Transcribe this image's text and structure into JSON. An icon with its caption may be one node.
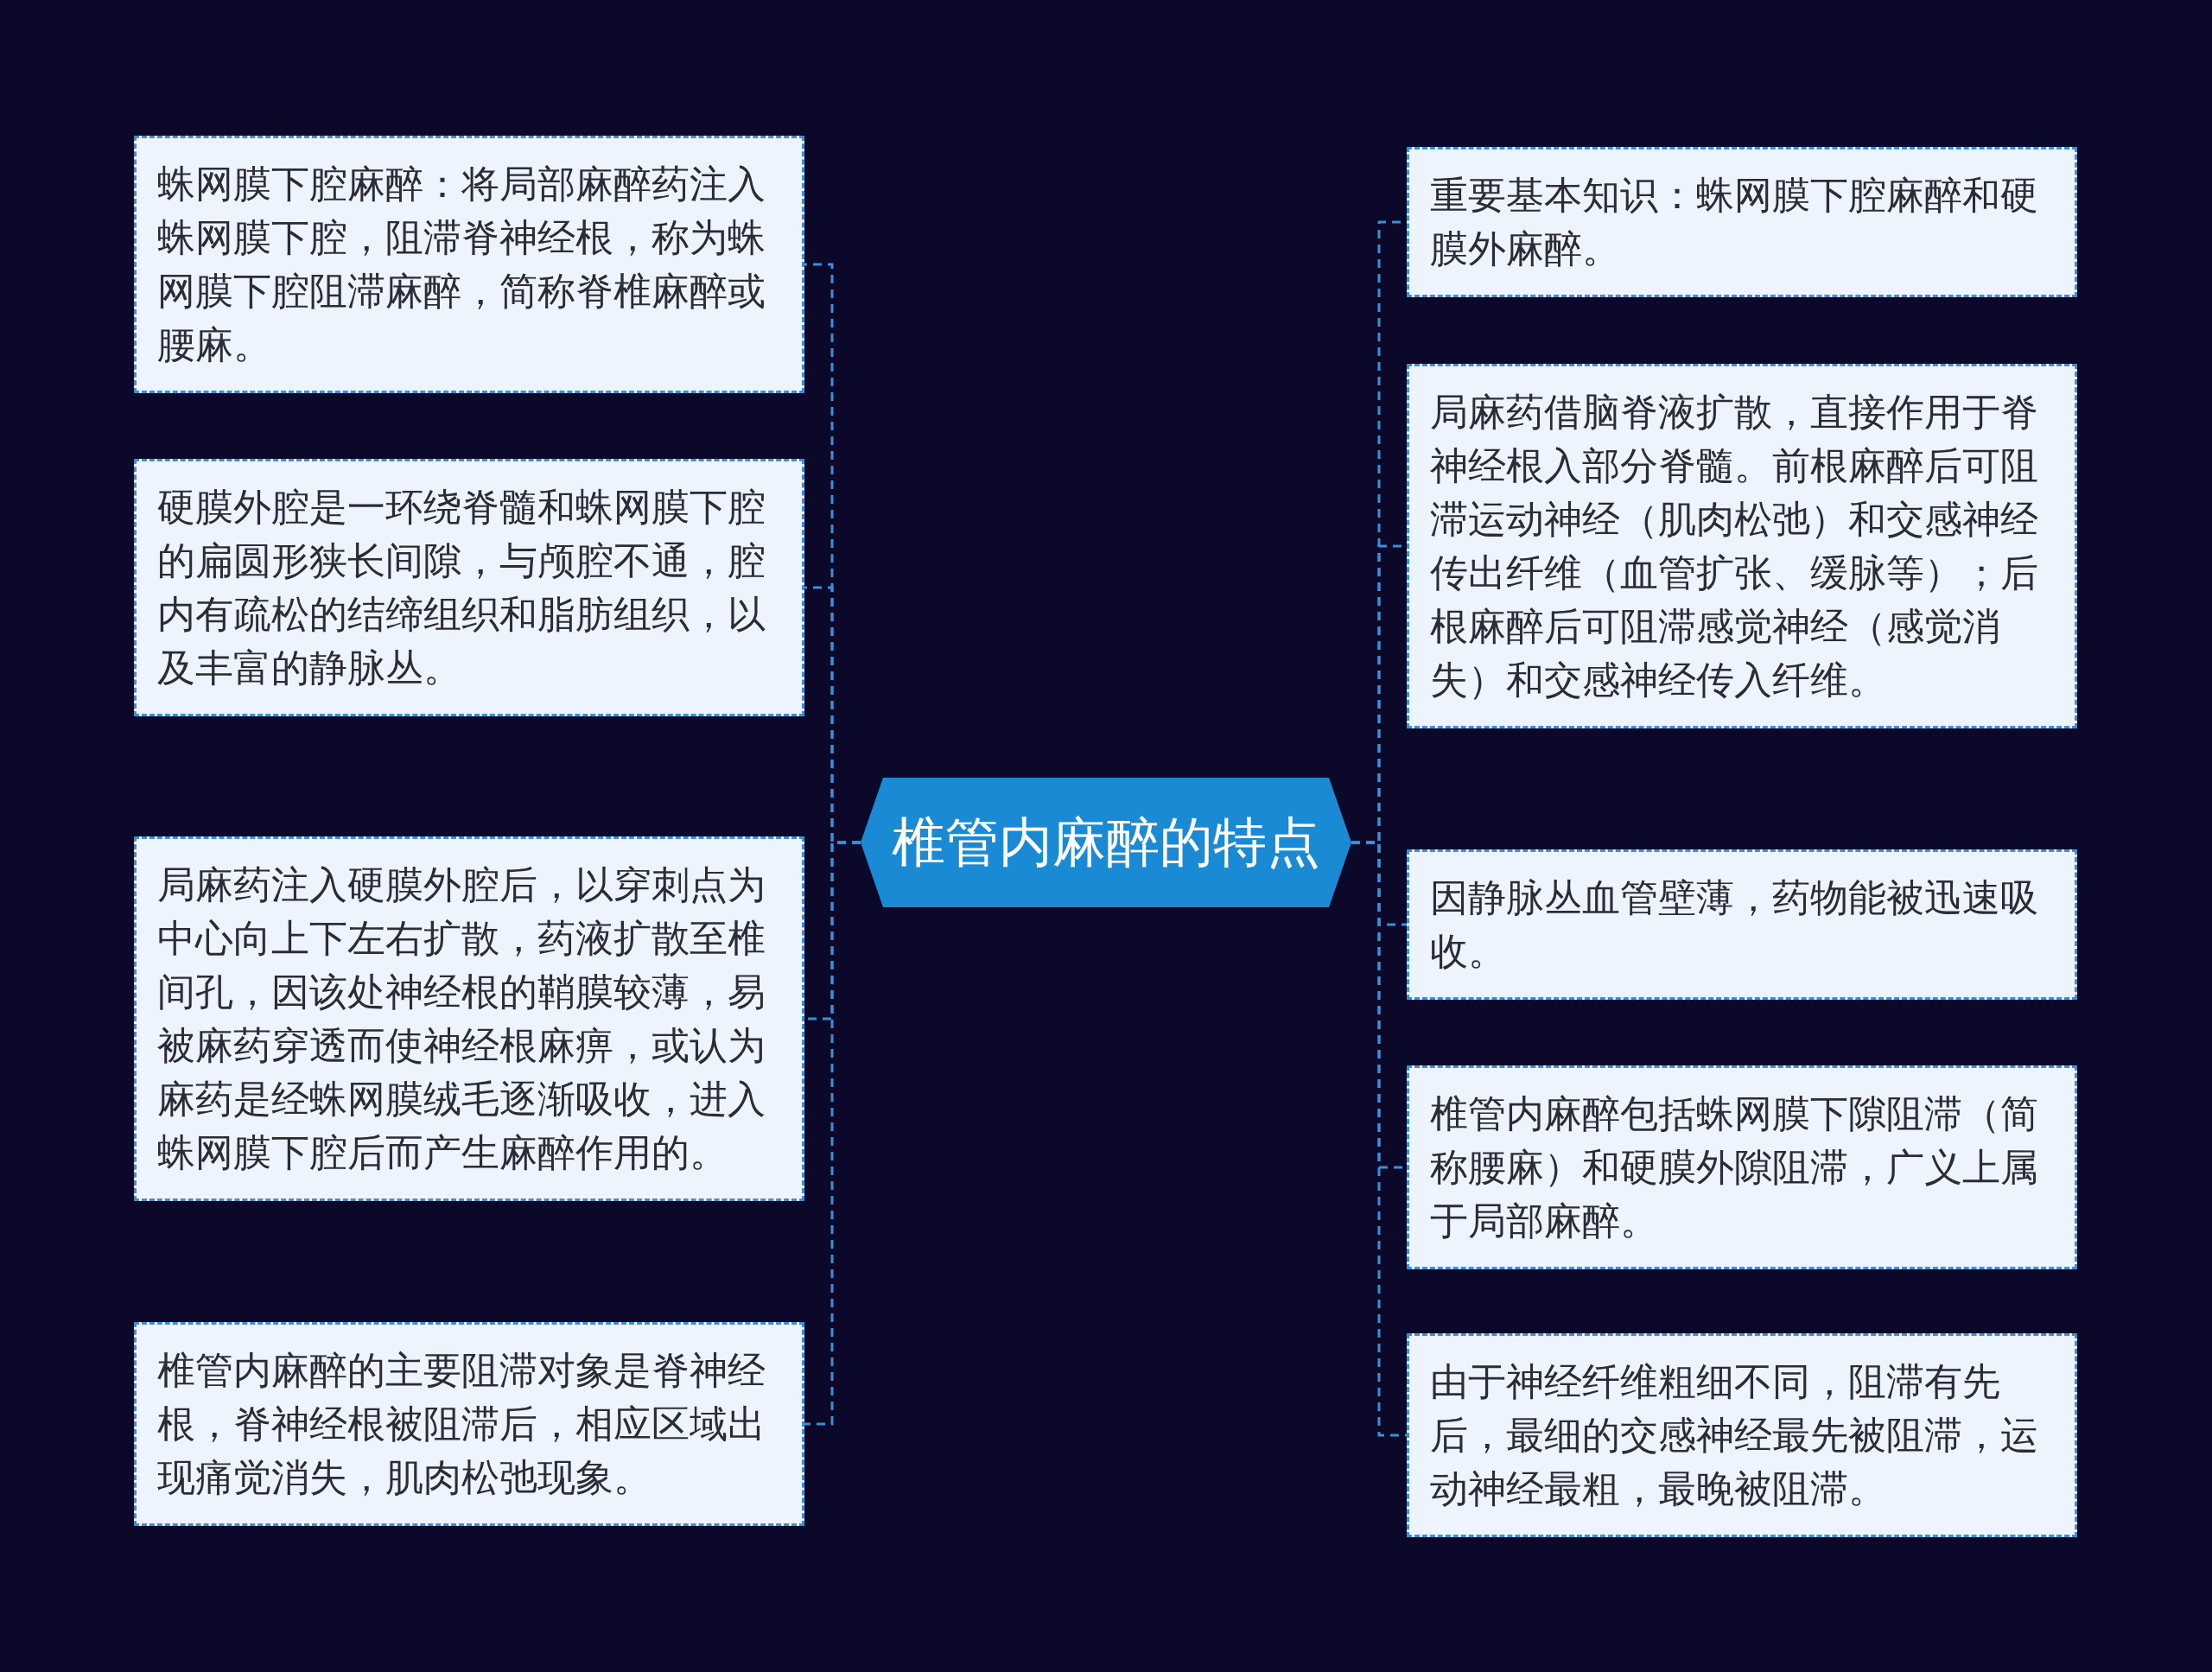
{
  "diagram": {
    "nodes": [
      {
        "text": [
          "椎管内麻醉的特点"
        ]
      },
      {
        "text": [
          "蛛网膜下腔麻醉：将局部麻醉药注入蛛网膜下腔，阻滞脊神经根，称为蛛网膜下腔阻滞麻醉，简称脊椎麻醉或腰麻。"
        ]
      },
      {
        "text": [
          "硬膜外腔是一环绕脊髓和蛛网膜下腔的扁圆形狭长间隙，与颅腔不通，腔内有疏松的结缔组织和脂肪组织，以及丰富的静脉丛。"
        ]
      },
      {
        "text": [
          "局麻药注入硬膜外腔后，以穿刺点为中心向上下左右扩散，药液扩散至椎间孔，因该处神经根的鞘膜较薄，易被麻药穿透而使神经根麻痹，或认为麻药是经蛛网膜绒毛逐渐吸收，进入蛛网膜下腔后而产生麻醉作用的。"
        ]
      },
      {
        "text": [
          "椎管内麻醉的主要阻滞对象是脊神经根，脊神经根被阻滞后，相应区域出现痛觉消失，肌肉松弛现象。"
        ]
      },
      {
        "text": [
          "重要基本知识：蛛网膜下腔麻醉和硬膜外麻醉。"
        ]
      },
      {
        "text": [
          "局麻药借脑脊液扩散，直接作用于脊神经根入部分脊髓。前根麻醉后可阻滞运动神经（肌肉松弛）和交感神经传出纤维（血管扩张、缓脉等）；后根麻醉后可阻滞感觉神经（感觉消失）和交感神经传入纤维。"
        ]
      },
      {
        "text": [
          "因静脉丛血管壁薄，药物能被迅速吸收。"
        ]
      },
      {
        "text": [
          "椎管内麻醉包括蛛网膜下隙阻滞（简称腰麻）和硬膜外隙阻滞，广义上属于局部麻醉。"
        ]
      },
      {
        "text": [
          "由于神经纤维粗细不同，阻滞有先后，最细的交感神经最先被阻滞，运动神经最粗，最晚被阻滞。"
        ]
      }
    ],
    "edges": [
      {
        "from": 0,
        "to": 1,
        "arrow": "none",
        "style": "dashed"
      },
      {
        "from": 0,
        "to": 2,
        "arrow": "none",
        "style": "dashed"
      },
      {
        "from": 0,
        "to": 3,
        "arrow": "none",
        "style": "dashed"
      },
      {
        "from": 0,
        "to": 4,
        "arrow": "none",
        "style": "dashed"
      },
      {
        "from": 0,
        "to": 5,
        "arrow": "none",
        "style": "dashed"
      },
      {
        "from": 0,
        "to": 6,
        "arrow": "none",
        "style": "dashed"
      },
      {
        "from": 0,
        "to": 7,
        "arrow": "none",
        "style": "dashed"
      },
      {
        "from": 0,
        "to": 8,
        "arrow": "none",
        "style": "dashed"
      },
      {
        "from": 0,
        "to": 9,
        "arrow": "none",
        "style": "dashed"
      }
    ]
  }
}
